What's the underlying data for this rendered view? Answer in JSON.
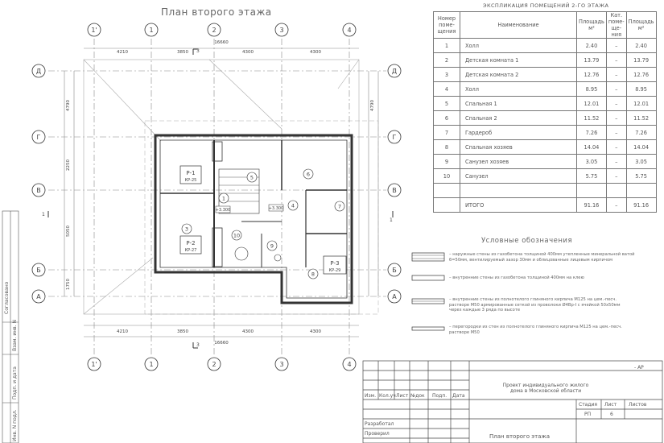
{
  "plan_title": "План второго этажа",
  "axes_numbers": [
    "1'",
    "1",
    "2",
    "3",
    "4"
  ],
  "axes_letters": [
    "Д",
    "Г",
    "В",
    "Б",
    "А"
  ],
  "dims_top": [
    "4210",
    "3850",
    "4300",
    "4300",
    "16660"
  ],
  "dims_bottom": [
    "4210",
    "3850",
    "4300",
    "4300",
    "16660"
  ],
  "dims_left": [
    "4790",
    "2250",
    "5050",
    "1750",
    "4790"
  ],
  "rooms": [
    "1",
    "2",
    "3",
    "4",
    "5",
    "6",
    "7",
    "8",
    "9",
    "10"
  ],
  "risers": [
    {
      "name": "Р-1",
      "code": "КР-25"
    },
    {
      "name": "Р-2",
      "code": "КР-27"
    },
    {
      "name": "Р-3",
      "code": "КР-29"
    }
  ],
  "levels": [
    "+3.300",
    "+3.300"
  ],
  "section_marks": [
    "3",
    "1",
    "1"
  ],
  "explication": {
    "title": "ЭКСПЛИКАЦИЯ ПОМЕЩЕНИЙ 2-ГО ЭТАЖА",
    "headers": [
      "Номер поме- щения",
      "Наименование",
      "Площадь м²",
      "Кат. поме- ще- ния",
      "Площадь м²"
    ],
    "rows": [
      [
        "1",
        "Холл",
        "2.40",
        "–",
        "2.40"
      ],
      [
        "2",
        "Детская комната 1",
        "13.79",
        "–",
        "13.79"
      ],
      [
        "3",
        "Детская комната 2",
        "12.76",
        "–",
        "12.76"
      ],
      [
        "4",
        "Холл",
        "8.95",
        "–",
        "8.95"
      ],
      [
        "5",
        "Спальная 1",
        "12.01",
        "–",
        "12.01"
      ],
      [
        "6",
        "Спальная 2",
        "11.52",
        "–",
        "11.52"
      ],
      [
        "7",
        "Гардероб",
        "7.26",
        "–",
        "7.26"
      ],
      [
        "8",
        "Спальная хозяев",
        "14.04",
        "–",
        "14.04"
      ],
      [
        "9",
        "Санузел хозяев",
        "3.05",
        "–",
        "3.05"
      ],
      [
        "10",
        "Санузел",
        "5.75",
        "–",
        "5.75"
      ],
      [
        "",
        "",
        "",
        "",
        ""
      ],
      [
        "",
        "ИТОГО",
        "91.16",
        "–",
        "91.16"
      ]
    ]
  },
  "legend": {
    "title": "Условные обозначения",
    "items": [
      "– наружные стены из газобетона толщиной 400мм утепленные минеральной ватой б=50мм, вентилируемый зазор 30мм и облицованные лицевым кирпичом",
      "– внутренние стены из газобетона толщиной 400мм на клею",
      "– внутренние стены из полнотелого глиняного кирпича М125 на цем.-песч. растворе М50 армированные сеткой из проволоки Ø4Вр-I с ячейкой 50х50мм через каждые 3 ряда по высоте",
      "– перегородки из стен из полнотелого глиняного кирпича М125 на цем.-песч. растворе М50"
    ]
  },
  "stamp": {
    "code": "- АР",
    "project": "Проект индивидуального жилого дома в Московской области",
    "col_labels": [
      "Изм.",
      "Кол.уч",
      "Лист",
      "№док",
      "Подп.",
      "Дата"
    ],
    "roles": [
      "Разработал",
      "Проверил"
    ],
    "stage_label": "Стадия",
    "sheet_label": "Лист",
    "sheets_label": "Листов",
    "stage": "РП",
    "sheet": "6",
    "sheet_title": "План второго этажа"
  },
  "side_labels": [
    "Согласовано",
    "Взам. инв. N",
    "Подп. и дата",
    "Инв. N подл."
  ]
}
